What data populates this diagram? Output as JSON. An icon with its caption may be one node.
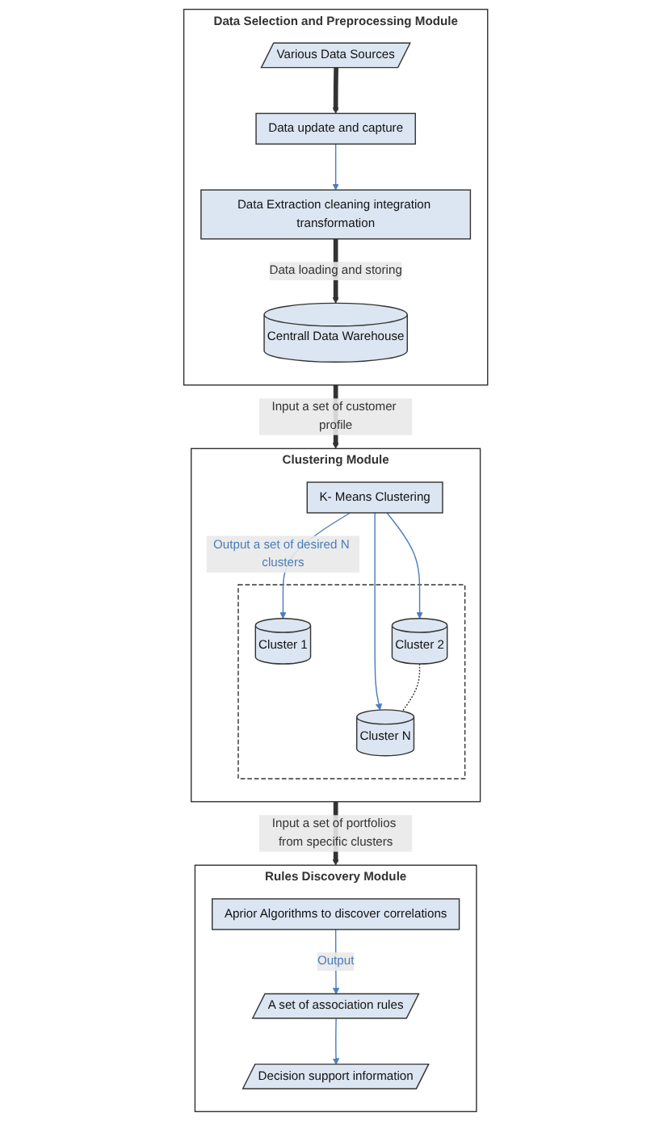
{
  "diagram": {
    "nodes": [
      {
        "text": [
          "Data Selection and Preprocessing Module"
        ]
      },
      {
        "text": [
          "Data update and capture"
        ],
        "in": 0
      },
      {
        "text": [
          "Various Data Sources"
        ],
        "in": 0
      },
      {
        "text": [
          "Data Extraction cleaning integration transformation"
        ],
        "in": 0
      },
      {
        "text": [
          "Centrall Data Warehouse"
        ],
        "in": 0
      },
      {
        "text": [
          "Clustering Module"
        ]
      },
      {
        "text": [],
        "shape": "box",
        "in": 5
      },
      {
        "text": [
          "Cluster 1"
        ],
        "in": 6
      },
      {
        "text": [
          "Cluster 2"
        ],
        "in": 6
      },
      {
        "text": [
          "Cluster N"
        ],
        "in": 6
      },
      {
        "text": [
          "K- Means Clustering"
        ],
        "in": 5
      },
      {
        "text": [
          "Rules Discovery Module"
        ]
      },
      {
        "text": [
          "Aprior Algorithms to discover correlations"
        ],
        "in": 11
      },
      {
        "text": [
          "A set of association rules"
        ],
        "in": 11
      },
      {
        "text": [
          "Decision support information"
        ],
        "in": 11
      }
    ],
    "edges": [
      {
        "from": 2,
        "to": 1,
        "arrow": "to",
        "style": "thick",
        "color": "#333333"
      },
      {
        "from": 1,
        "to": 3,
        "arrow": "to"
      },
      {
        "from": 3,
        "to": 4,
        "arrow": "to",
        "label": "Data loading and storing",
        "style": "thick",
        "color": "#333333"
      },
      {
        "from": 0,
        "to": 5,
        "arrow": "to",
        "label": "Input a set of customer profile",
        "style": "thick",
        "color": "#333333"
      },
      {
        "from": 10,
        "to": 7,
        "arrow": "to",
        "label": "Output a set of desired N clusters"
      },
      {
        "from": 10,
        "to": 8,
        "arrow": "to"
      },
      {
        "from": 10,
        "to": 9,
        "arrow": "to"
      },
      {
        "from": 8,
        "to": 9,
        "arrow": "none",
        "style": "dashed",
        "color": "#333333"
      },
      {
        "from": 5,
        "to": 11,
        "arrow": "to",
        "label": "Input a set of portfolios from specific clusters",
        "style": "thick",
        "color": "#333333"
      },
      {
        "from": 12,
        "to": 13,
        "arrow": "to",
        "label": "Output"
      },
      {
        "from": 13,
        "to": 14,
        "arrow": "to"
      }
    ]
  }
}
